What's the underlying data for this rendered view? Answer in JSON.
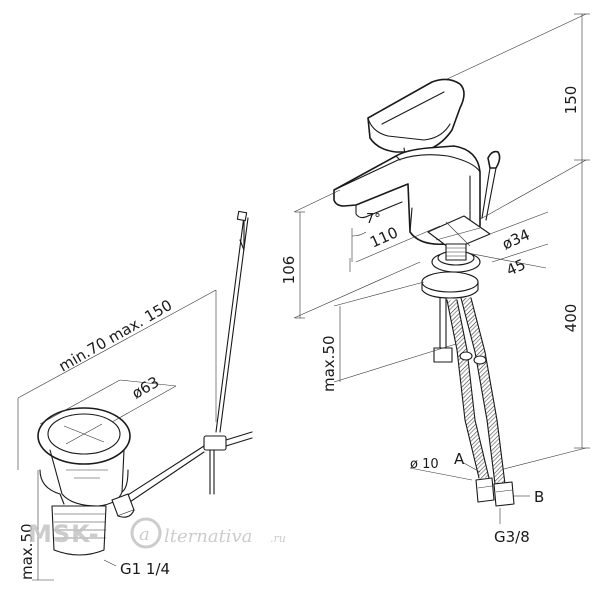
{
  "labels": {
    "height_top": "150",
    "height_total": "400",
    "spout_height": "106",
    "angle": "7°",
    "spout_reach": "110",
    "mount_diameter": "ø34",
    "max_deck": "45",
    "max_deck_under": "max.50",
    "hose_diameter": "ø 10",
    "hose_a": "A",
    "hose_b": "B",
    "hose_thread": "G3/8",
    "rod_length": "min.70 max. 150",
    "waste_diameter": "ø63",
    "waste_max": "max.50",
    "waste_thread": "G1 1/4"
  },
  "watermark": {
    "brand": "MSK-",
    "logo_letter": "a",
    "brand_tail": "lternativa",
    "domain": ".ru"
  }
}
